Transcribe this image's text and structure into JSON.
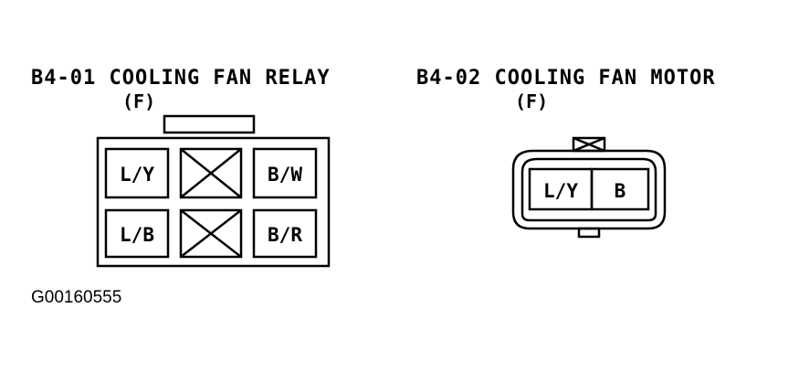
{
  "relay": {
    "title": "B4-01 COOLING FAN RELAY",
    "type": "(F)",
    "pins": {
      "top_left": "L/Y",
      "top_right": "B/W",
      "bottom_left": "L/B",
      "bottom_right": "B/R"
    }
  },
  "motor": {
    "title": "B4-02 COOLING FAN MOTOR",
    "type": "(F)",
    "pins": {
      "left": "L/Y",
      "right": "B"
    }
  },
  "figure_id": "G00160555"
}
